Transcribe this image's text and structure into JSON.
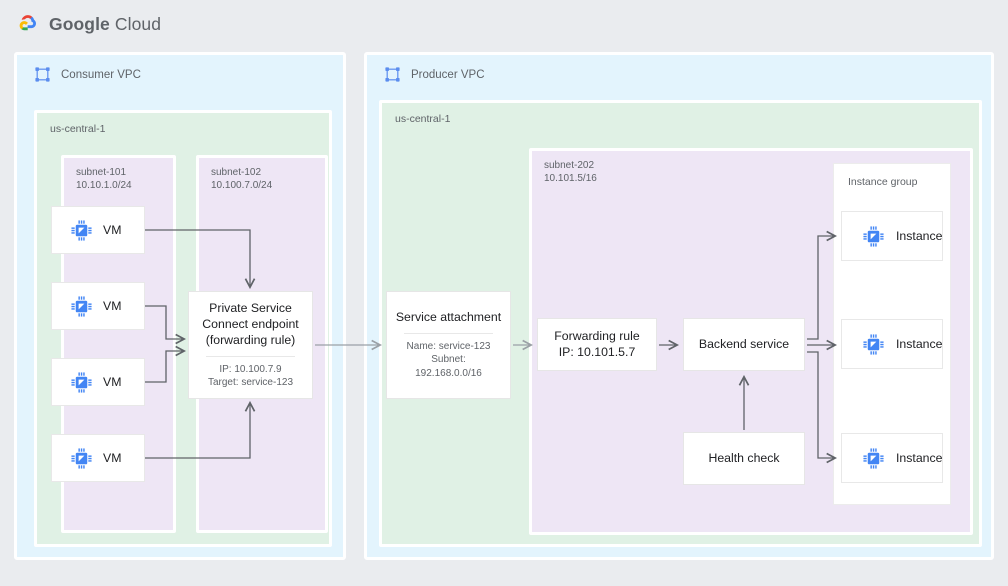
{
  "brand": {
    "name_bold": "Google",
    "name_light": "Cloud",
    "logo": "google-cloud-logo"
  },
  "consumer": {
    "vpc_title": "Consumer VPC",
    "vpc_icon": "vpc-network-icon",
    "region": "us-central-1",
    "subnets": [
      {
        "name": "subnet-101",
        "cidr": "10.10.1.0/24"
      },
      {
        "name": "subnet-102",
        "cidr": "10.100.7.0/24"
      }
    ],
    "vms": [
      {
        "label": "VM",
        "icon": "vm-chip-icon"
      },
      {
        "label": "VM",
        "icon": "vm-chip-icon"
      },
      {
        "label": "VM",
        "icon": "vm-chip-icon"
      },
      {
        "label": "VM",
        "icon": "vm-chip-icon"
      }
    ],
    "psc_endpoint": {
      "title_line1": "Private Service",
      "title_line2": "Connect endpoint",
      "title_line3": "(forwarding rule)",
      "detail_line1": "IP: 10.100.7.9",
      "detail_line2": "Target: service-123"
    }
  },
  "producer": {
    "vpc_title": "Producer VPC",
    "vpc_icon": "vpc-network-icon",
    "region": "us-central-1",
    "subnet": {
      "name": "subnet-202",
      "cidr": "10.101.5/16"
    },
    "service_attachment": {
      "title": "Service attachment",
      "detail_line1": "Name: service-123",
      "detail_line2": "Subnet:",
      "detail_line3": "192.168.0.0/16"
    },
    "forwarding_rule": {
      "title": "Forwarding rule",
      "detail": "IP: 10.101.5.7"
    },
    "backend_service": {
      "title": "Backend service"
    },
    "health_check": {
      "title": "Health check"
    },
    "instance_group": {
      "label": "Instance group",
      "instances": [
        {
          "label": "Instance",
          "icon": "vm-chip-icon"
        },
        {
          "label": "Instance",
          "icon": "vm-chip-icon"
        },
        {
          "label": "Instance",
          "icon": "vm-chip-icon"
        }
      ]
    }
  },
  "colors": {
    "page_background": "#eaecef",
    "vpc_fill": "#e3f4fd",
    "region_fill": "#e0f1e5",
    "subnet_fill": "#eee6f5",
    "node_fill": "#ffffff",
    "connector": "#5f6368",
    "icon_blue": "#4285f4",
    "logo_red": "#ea4335",
    "logo_yellow": "#fbbc05",
    "logo_green": "#34a853",
    "logo_blue": "#4285f4"
  }
}
